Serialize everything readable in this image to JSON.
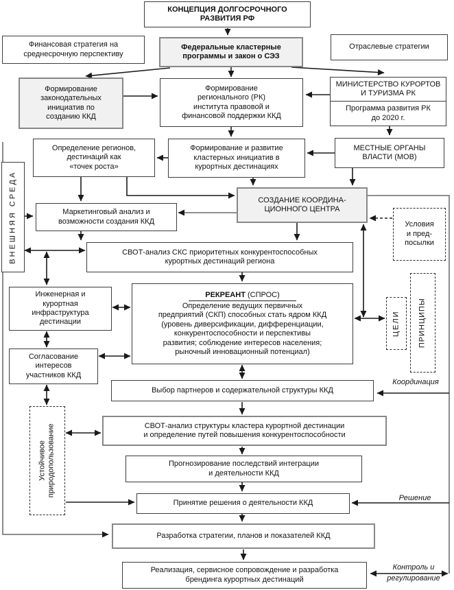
{
  "nodes": {
    "concept": "КОНЦЕПЦИЯ ДОЛГОСРОЧНОГО\nРАЗВИТИЯ РФ",
    "fin_strategy": "Финансовая стратегия на\nсреднесрочную перспективу",
    "federal": "Федеральные кластерные\nпрограммы и закон о СЭЗ",
    "sectoral": "Отраслевые стратегии",
    "form_legislative": "Формирование\nзаконодательных\nинициатив по\nсозданию ККД",
    "form_regional": "Формирование\nрегионального (РК)\nинститута правовой и\nфинансовой поддержки ККД",
    "ministry": "МИНИСТЕРСТВО КУРОРТОВ\nИ ТУРИЗМА РК",
    "program": "Программа развития РК\nдо 2020 г.",
    "regions": "Определение регионов,\nдестинаций как\n«точек роста»",
    "form_develop": "Формирование и развитие\nкластерных инициатив в\nкурортных дестинациях",
    "local_gov": "МЕСТНЫЕ ОРГАНЫ\nВЛАСТИ (МОВ)",
    "env": "ВНЕШНЯЯ СРЕДА",
    "marketing": "Маркетинговый анализ и\nвозможности создания ККД",
    "coord_center": "СОЗДАНИЕ КООРДИНА-\nЦИОННОГО ЦЕНТРА",
    "conditions": "Условия\nи пред-\nпосылки",
    "swot_sks": "СВОТ-анализ СКС приоритетных конкурентоспособных\nкурортных дестинаций региона",
    "infra": "Инженерная и\nкурортная\nинфраструктура\nдестинации",
    "goals": "ЦЕЛИ",
    "principles": "ПРИНЦИПЫ",
    "agreement": "Согласование\nинтересов\nучастников ККД",
    "partners": "Выбор партнеров и содержательной структуры ККД",
    "sustainable": "Устойчивое\nприродопользование",
    "swot_struct": "СВОТ-анализ структуры кластера курортной дестинации\nи определение путей повышения конкурентоспособности",
    "forecast": "Прогнозирование последствий интеграции\nи деятельности ККД",
    "decision": "Принятие решения о деятельности ККД",
    "strategy": "Разработка стратегии, планов и показателей ККД",
    "implementation": "Реализация, сервисное сопровождение и разработка\nбрендинга курортных дестинаций"
  },
  "rekreant": {
    "title_bold": "РЕКРЕАНТ",
    "title_rest": " (СПРОС)",
    "body": "Определение ведущих первичных\nпредприятий (СКП) способных стать ядром ККД\n(уровень диверсификации, дифференциации,\nконкурентоспособности и перспективы\nразвития; соблюдение интересов населения;\nрыночный инновационный потенциал)"
  },
  "flow_labels": {
    "coordination": "Координация",
    "decision": "Решение",
    "control": "Контроль и\nрегулирование"
  },
  "colors": {
    "line": "#1a1a1a",
    "rail": "#7e7e7e",
    "box_border": "#3c3c3c",
    "gray_border": "#878787",
    "box_fill": "#ffffff",
    "tint_fill": "#f1f1f1"
  }
}
